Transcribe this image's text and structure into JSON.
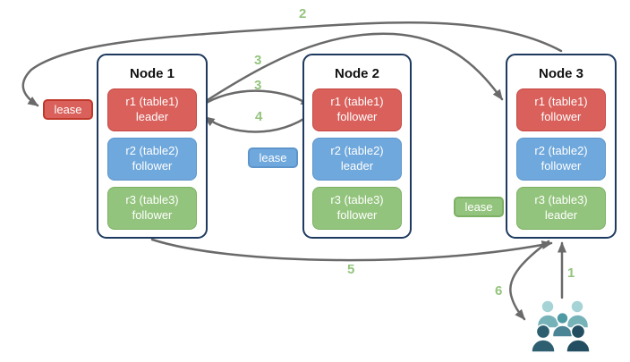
{
  "diagram": {
    "nodes": [
      {
        "title": "Node 1",
        "ranges": [
          {
            "name": "r1 (table1)",
            "role": "leader"
          },
          {
            "name": "r2 (table2)",
            "role": "follower"
          },
          {
            "name": "r3 (table3)",
            "role": "follower"
          }
        ]
      },
      {
        "title": "Node 2",
        "ranges": [
          {
            "name": "r1 (table1)",
            "role": "follower"
          },
          {
            "name": "r2 (table2)",
            "role": "leader"
          },
          {
            "name": "r3 (table3)",
            "role": "follower"
          }
        ]
      },
      {
        "title": "Node 3",
        "ranges": [
          {
            "name": "r1 (table1)",
            "role": "follower"
          },
          {
            "name": "r2 (table2)",
            "role": "follower"
          },
          {
            "name": "r3 (table3)",
            "role": "leader"
          }
        ]
      }
    ],
    "leases": [
      {
        "label": "lease",
        "color": "#D9605B"
      },
      {
        "label": "lease",
        "color": "#6FA8DC"
      },
      {
        "label": "lease",
        "color": "#93C47D"
      }
    ],
    "steps": {
      "s1": "1",
      "s2": "2",
      "s3a": "3",
      "s3b": "3",
      "s4": "4",
      "s5": "5",
      "s6": "6"
    },
    "icons": {
      "users": "users-icon"
    },
    "colors": {
      "range_red": "#D9605B",
      "range_blue": "#6FA8DC",
      "range_green": "#93C47D",
      "node_border": "#1E3A5F",
      "arrow": "#6A6A6A",
      "step_label": "#94C47D",
      "crowd_light_head": "#A5D3D6",
      "crowd_light_body": "#76B3B9",
      "crowd_mid": "#4E9AA3",
      "crowd_dark": "#2E5F71",
      "crowd_darker": "#234E61"
    }
  }
}
